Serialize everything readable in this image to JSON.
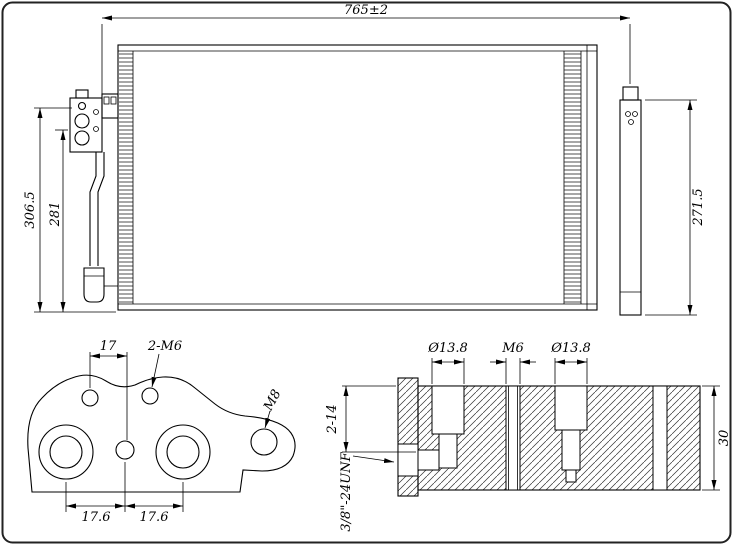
{
  "main_view": {
    "dim_overall_width": "765±2",
    "dim_height_outer": "306.5",
    "dim_height_inner": "281",
    "dim_height_right": "271.5"
  },
  "flange_view": {
    "dim_hole_pitch_top": "17",
    "label_m6_holes": "2-M6",
    "label_m8_hole": "M8",
    "dim_pitch_left": "17.6",
    "dim_pitch_right": "17.6"
  },
  "section_view": {
    "dim_bore_left": "Ø13.8",
    "label_m6_thread": "M6",
    "dim_bore_right": "Ø13.8",
    "dim_counterbore": "2-14",
    "dim_block_height": "30",
    "label_thread": "3/8\"-24UNF"
  }
}
